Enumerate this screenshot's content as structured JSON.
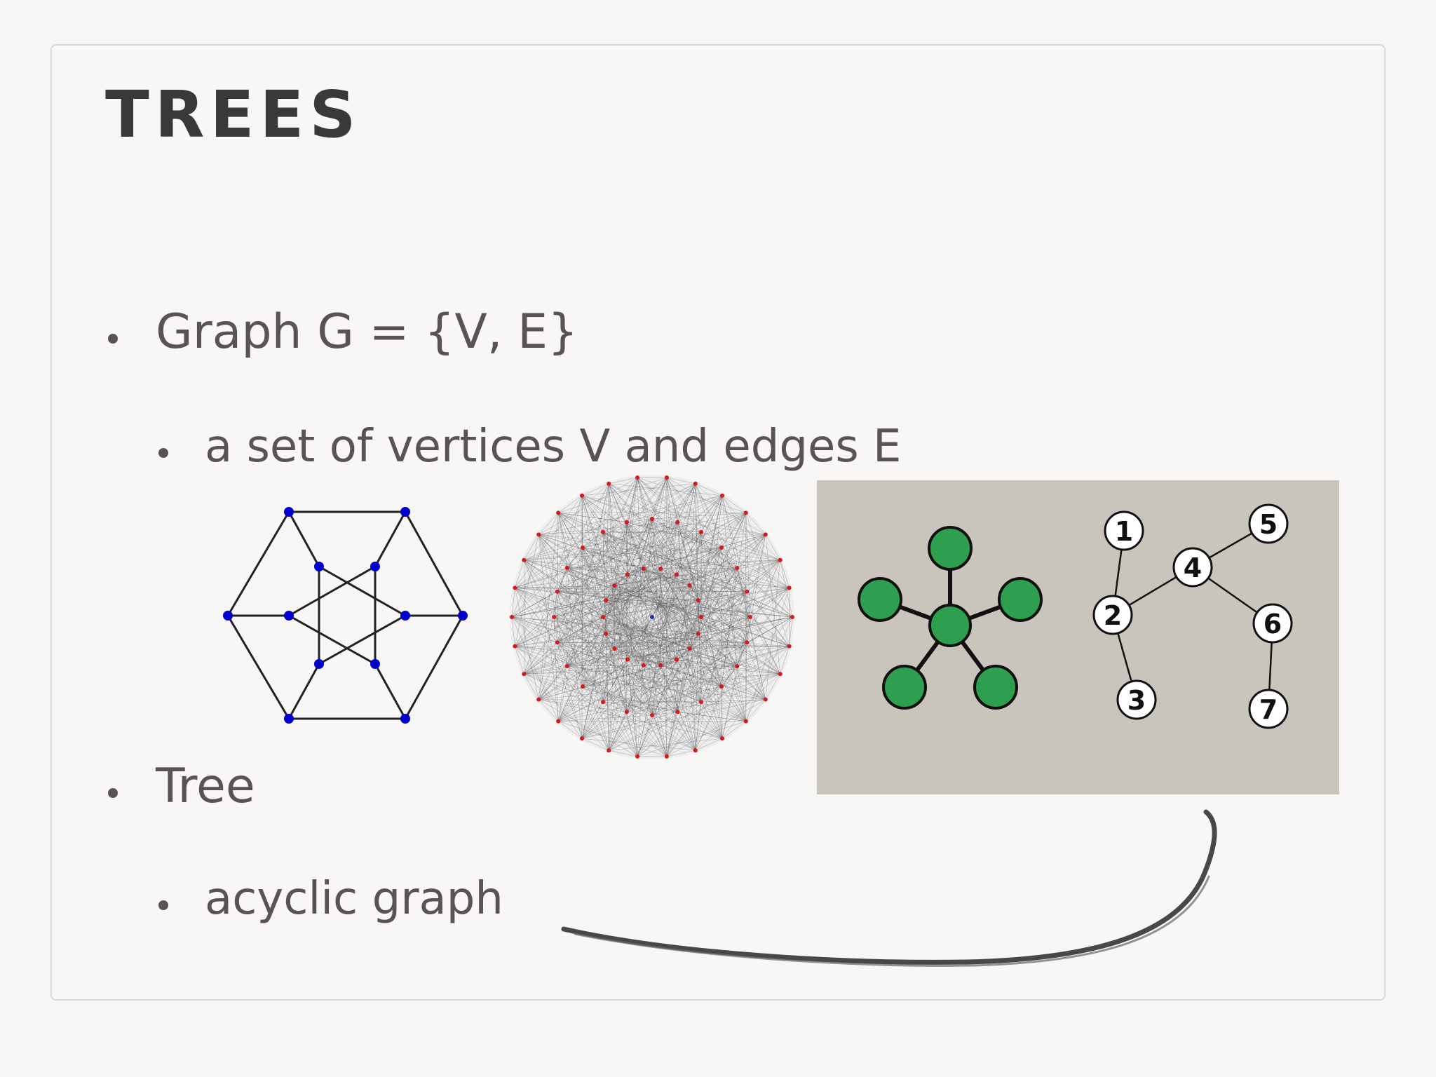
{
  "slide": {
    "title": "TREES",
    "bullets": [
      {
        "level": 1,
        "text": "Graph G = {V, E}"
      },
      {
        "level": 2,
        "text": "a set of vertices V and edges E"
      },
      {
        "level": 1,
        "text": "Tree"
      },
      {
        "level": 2,
        "text": "acyclic graph"
      }
    ]
  },
  "figures": {
    "tree_labels": [
      "1",
      "2",
      "3",
      "4",
      "5",
      "6",
      "7"
    ]
  },
  "colors": {
    "title": "#3b3838",
    "body_text": "#595453",
    "hex_vertex": "#0000cc",
    "circ_vertex": "#d41a1a",
    "tree_node": "#2e9e4f",
    "tree_panel": "#c9c5bd",
    "pen_stroke": "#4a4747"
  },
  "icons": {
    "bullet": "filled-circle"
  }
}
